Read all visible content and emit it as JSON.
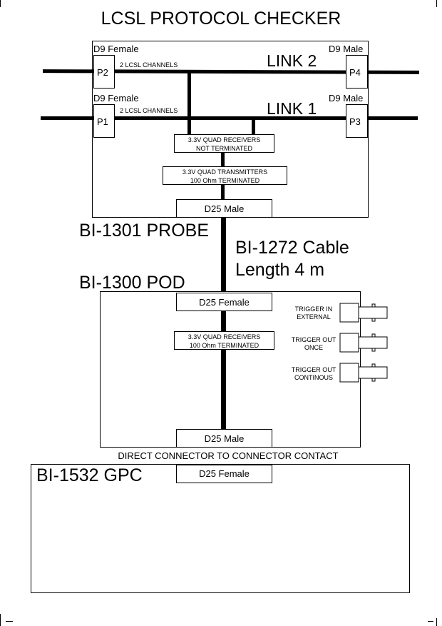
{
  "title": "LCSL PROTOCOL CHECKER",
  "probe": {
    "connectors": {
      "p2_gender": "D9 Female",
      "p4_gender": "D9 Male",
      "p1_gender": "D9 Female",
      "p3_gender": "D9 Male",
      "p1": "P1",
      "p2": "P2",
      "p3": "P3",
      "p4": "P4"
    },
    "link2_label": "LINK 2",
    "link1_label": "LINK 1",
    "channels_top": "2 LCSL CHANNELS",
    "channels_bottom": "2 LCSL CHANNELS",
    "receivers": [
      "3.3V QUAD RECEIVERS",
      "NOT TERMINATED"
    ],
    "transmitters": [
      "3.3V QUAD TRANSMITTERS",
      "100 Ohm TERMINATED"
    ],
    "d25": "D25 Male",
    "name": "BI-1301 PROBE"
  },
  "cable": {
    "name": "BI-1272 Cable",
    "length": "Length 4 m"
  },
  "pod": {
    "name": "BI-1300 POD",
    "d25_top": "D25 Female",
    "receivers": [
      "3.3V QUAD RECEIVERS",
      "100 Ohm TERMINATED"
    ],
    "triggers": [
      {
        "line1": "TRIGGER IN",
        "line2": "EXTERNAL"
      },
      {
        "line1": "TRIGGER OUT",
        "line2": "ONCE"
      },
      {
        "line1": "TRIGGER OUT",
        "line2": "CONTINOUS"
      }
    ],
    "d25_bottom": "D25 Male"
  },
  "direct_note": "DIRECT CONNECTOR TO CONNECTOR CONTACT",
  "gpc": {
    "name": "BI-1532 GPC",
    "d25": "D25 Female"
  }
}
